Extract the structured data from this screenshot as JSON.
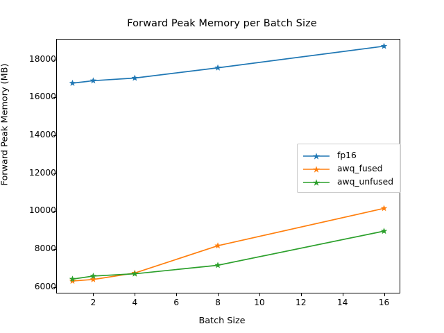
{
  "chart_data": {
    "type": "line",
    "title": "Forward Peak Memory per Batch Size",
    "xlabel": "Batch Size",
    "ylabel": "Forward Peak Memory (MB)",
    "x": [
      1,
      2,
      4,
      8,
      16
    ],
    "xlim": [
      0.25,
      16.75
    ],
    "ylim": [
      5700,
      19050
    ],
    "xticks": [
      2,
      4,
      6,
      8,
      10,
      12,
      14,
      16
    ],
    "xtick_labels": [
      "2",
      "4",
      "6",
      "8",
      "10",
      "12",
      "14",
      "16"
    ],
    "yticks": [
      6000,
      8000,
      10000,
      12000,
      14000,
      16000,
      18000
    ],
    "ytick_labels": [
      "6000",
      "8000",
      "10000",
      "12000",
      "14000",
      "16000",
      "18000"
    ],
    "grid": false,
    "legend_position": "center right",
    "marker": "star",
    "series": [
      {
        "name": "fp16",
        "color": "#1f77b4",
        "values": [
          16750,
          16880,
          17020,
          17560,
          18700
        ]
      },
      {
        "name": "awq_fused",
        "color": "#ff7f0e",
        "values": [
          6320,
          6400,
          6740,
          8180,
          10150
        ]
      },
      {
        "name": "awq_unfused",
        "color": "#2ca02c",
        "values": [
          6420,
          6580,
          6700,
          7150,
          8950
        ]
      }
    ]
  },
  "legend": {
    "entries": [
      {
        "label": "fp16"
      },
      {
        "label": "awq_fused"
      },
      {
        "label": "awq_unfused"
      }
    ]
  }
}
